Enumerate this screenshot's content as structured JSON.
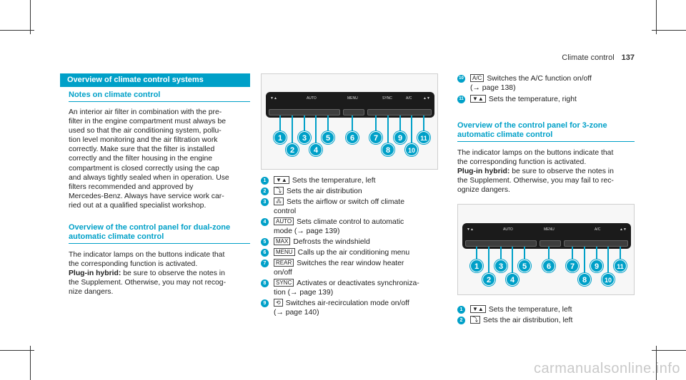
{
  "header": {
    "section": "Climate control",
    "page_number": "137"
  },
  "left": {
    "section_title": "Overview of climate control systems",
    "notes_heading": "Notes on climate control",
    "notes_text": [
      "An interior air filter in combination with the pre-",
      "filter in the engine compartment must always be",
      "used so that the air conditioning system, pollu-",
      "tion level monitoring and the air filtration work",
      "correctly. Make sure that the filter is installed",
      "correctly and the filter housing in the engine",
      "compartment is closed correctly using the cap",
      "and always tightly sealed when in operation. Use",
      "filters recommended and approved by",
      "Mercedes-Benz. Always have service work car-",
      "ried out at a qualified specialist workshop."
    ],
    "dual_heading": [
      "Overview of the control panel for dual-zone",
      "automatic climate control"
    ],
    "dual_text": [
      "The indicator lamps on the buttons indicate that",
      "the corresponding function is activated."
    ],
    "plugin_label": "Plug-in hybrid:",
    "plugin_text": [
      " be sure to observe the notes in",
      "the Supplement. Otherwise, you may not recog-",
      "nize dangers."
    ]
  },
  "panel_labels": [
    "▼▲",
    "AUTO",
    "MENU",
    "SYNC",
    "A/C",
    "▲▼"
  ],
  "callouts": [
    "1",
    "2",
    "3",
    "4",
    "5",
    "6",
    "7",
    "8",
    "9",
    "10",
    "11"
  ],
  "middle_items": [
    {
      "num": "1",
      "sym": "▼▲",
      "lines": [
        "Sets the temperature, left"
      ]
    },
    {
      "num": "2",
      "sym": "⤵",
      "lines": [
        "Sets the air distribution"
      ]
    },
    {
      "num": "3",
      "sym": "⁂",
      "lines": [
        "Sets the airflow or switch off climate",
        "control"
      ]
    },
    {
      "num": "4",
      "sym": "AUTO",
      "lines": [
        "Sets climate control to automatic",
        "mode (→ page 139)"
      ]
    },
    {
      "num": "5",
      "sym": "MAX",
      "lines": [
        "Defrosts the windshield"
      ]
    },
    {
      "num": "6",
      "sym": "MENU",
      "lines": [
        "Calls up the air conditioning menu"
      ]
    },
    {
      "num": "7",
      "sym": "REAR",
      "lines": [
        "Switches the rear window heater",
        "on/off"
      ]
    },
    {
      "num": "8",
      "sym": "SYNC",
      "lines": [
        "Activates or deactivates synchroniza-",
        "tion (→ page 139)"
      ]
    },
    {
      "num": "9",
      "sym": "⟲",
      "lines": [
        "Switches air-recirculation mode on/off",
        "(→ page 140)"
      ]
    }
  ],
  "right": {
    "items": [
      {
        "num": "10",
        "sym": "A/C",
        "lines": [
          "Switches the A/C function on/off",
          "(→ page 138)"
        ]
      },
      {
        "num": "11",
        "sym": "▼▲",
        "lines": [
          "Sets the temperature, right"
        ]
      }
    ],
    "three_heading": [
      "Overview of the control panel for 3-zone",
      "automatic climate control"
    ],
    "three_text": [
      "The indicator lamps on the buttons indicate that",
      "the corresponding function is activated."
    ],
    "plugin_label": "Plug-in hybrid:",
    "plugin_text": [
      " be sure to observe the notes in",
      "the Supplement. Otherwise, you may fail to rec-",
      "ognize dangers."
    ],
    "bottom_items": [
      {
        "num": "1",
        "sym": "▼▲",
        "lines": [
          "Sets the temperature, left"
        ]
      },
      {
        "num": "2",
        "sym": "⤵",
        "lines": [
          "Sets the air distribution, left"
        ]
      }
    ]
  },
  "watermark": "carmanualsonline.info"
}
